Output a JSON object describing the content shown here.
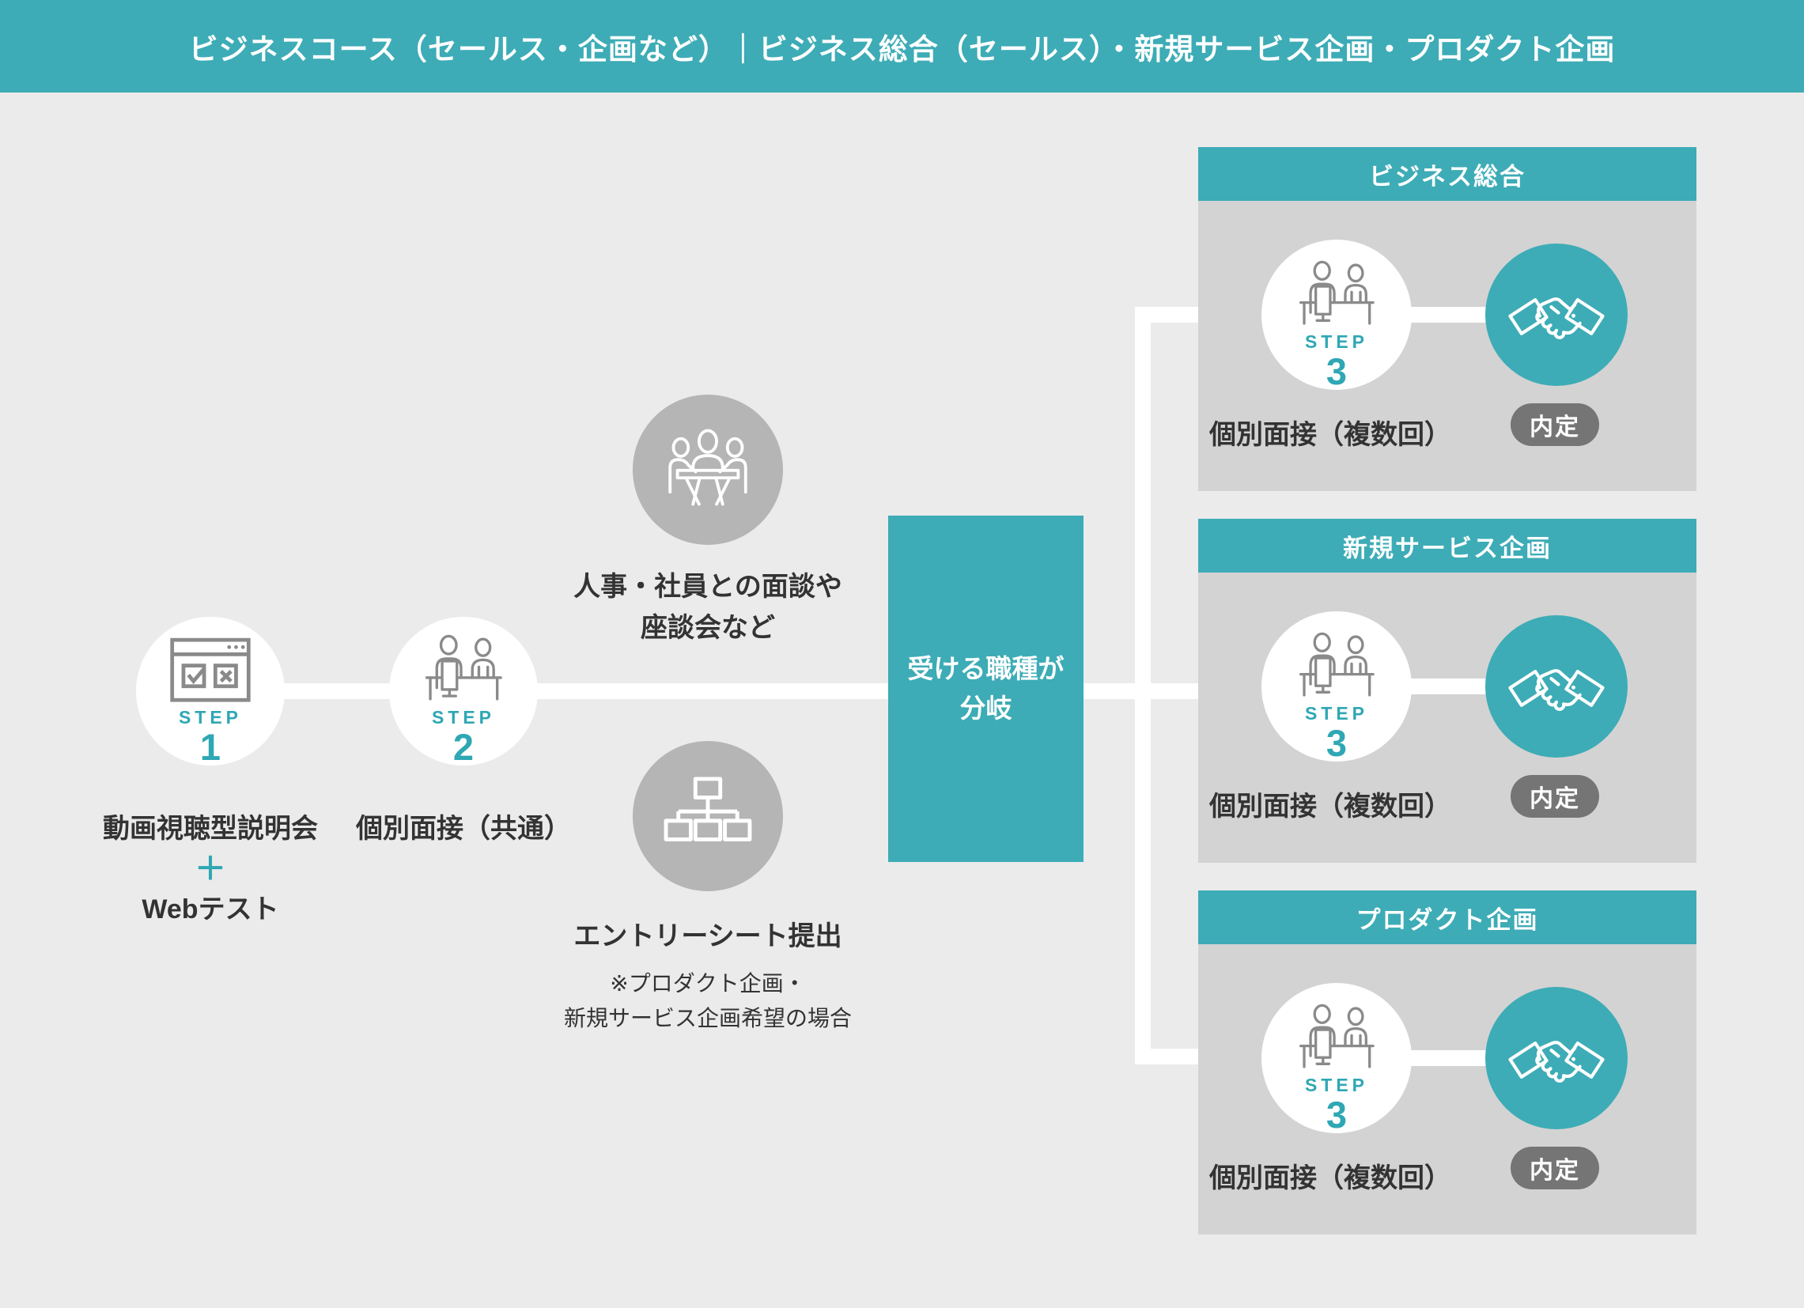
{
  "banner": {
    "title": "ビジネスコース（セールス・企画など）｜ビジネス総合（セールス）・新規サービス企画・プロダクト企画"
  },
  "colors": {
    "teal": "#3DACB6",
    "teal_text": "#2FA7B4",
    "page_bg": "#EBEBEB",
    "panel_bg": "#D3D3D3",
    "gray_circle": "#B5B5B5",
    "pill_gray": "#757575",
    "text_dark": "#333333",
    "icon_gray": "#8A8A8A",
    "white": "#FFFFFF"
  },
  "icons": {
    "step1": "browser-check-icon",
    "step2": "interview-icon",
    "meeting": "meeting-icon",
    "entry": "org-chart-icon",
    "offer": "handshake-icon"
  },
  "flow": {
    "step1": {
      "step_label": "STEP",
      "step_number": "1",
      "caption_line1": "動画視聴型説明会",
      "plus": "＋",
      "caption_line2": "Webテスト"
    },
    "step2": {
      "step_label": "STEP",
      "step_number": "2",
      "caption": "個別面接（共通）"
    },
    "meeting": {
      "caption_line1": "人事・社員との面談や",
      "caption_line2": "座談会など"
    },
    "entry": {
      "caption": "エントリーシート提出",
      "note_line1": "※プロダクト企画・",
      "note_line2": "新規サービス企画希望の場合"
    },
    "branch_box": {
      "line1": "受ける職種が",
      "line2": "分岐"
    }
  },
  "panels": [
    {
      "title": "ビジネス総合",
      "step_label": "STEP",
      "step_number": "3",
      "caption": "個別面接（複数回）",
      "badge": "内定"
    },
    {
      "title": "新規サービス企画",
      "step_label": "STEP",
      "step_number": "3",
      "caption": "個別面接（複数回）",
      "badge": "内定"
    },
    {
      "title": "プロダクト企画",
      "step_label": "STEP",
      "step_number": "3",
      "caption": "個別面接（複数回）",
      "badge": "内定"
    }
  ]
}
